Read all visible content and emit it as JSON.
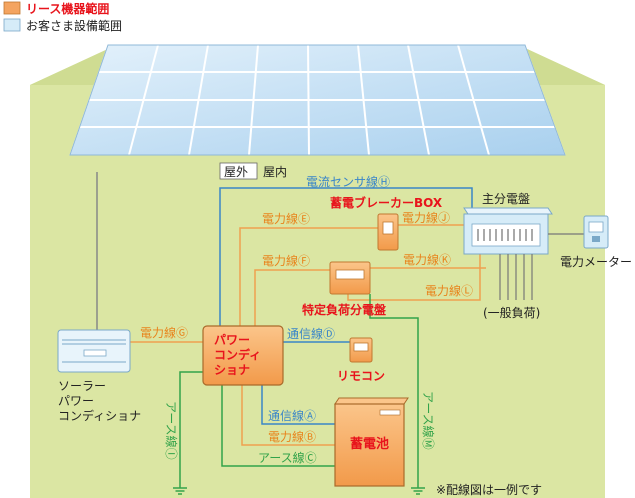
{
  "legend": [
    {
      "label": "リース機器範囲",
      "color": "#f4a460",
      "text_color": "#e8141c"
    },
    {
      "label": "お客さま設備範囲",
      "color": "#d6ecf8",
      "text_color": "#222222"
    }
  ],
  "labels": {
    "outdoor": "屋外",
    "indoor": "屋内",
    "sensor_line": "電流センサ線Ⓗ",
    "breaker_box": "蓄電ブレーカーBOX",
    "main_panel": "主分電盤",
    "power_e": "電力線Ⓔ",
    "power_j": "電力線Ⓙ",
    "power_f": "電力線Ⓕ",
    "power_k": "電力線Ⓚ",
    "power_l": "電力線Ⓛ",
    "meter": "電力メーター",
    "general_load": "(一般負荷)",
    "specific_panel": "特定負荷分電盤",
    "power_g": "電力線Ⓖ",
    "pcs": "パワーコンディショナ",
    "comm_d": "通信線Ⓓ",
    "remote": "リモコン",
    "solar_pcs": "ソーラーパワーコンディショナ",
    "comm_a": "通信線Ⓐ",
    "power_b": "電力線Ⓑ",
    "earth_c": "アース線Ⓒ",
    "battery": "蓄電池",
    "earth_i": "アース線Ⓘ",
    "earth_m": "アース線Ⓜ",
    "note": "※配線図は一例です"
  },
  "colors": {
    "house_wall": "#dbe6a3",
    "power_line": "#f0a050",
    "comm_line": "#3a86c8",
    "earth_line": "#33a34a",
    "lease_fill": "#f4a460",
    "lease_label": "#e8141c",
    "solar_panel": "#cfe6f6"
  }
}
